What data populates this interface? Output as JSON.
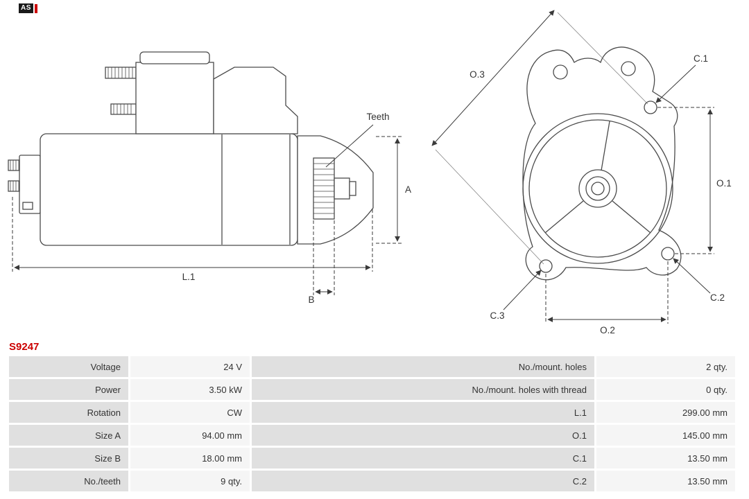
{
  "logo": {
    "text": "AS"
  },
  "part_number": "S9247",
  "diagram": {
    "side_view": {
      "teeth_label": "Teeth",
      "dim_a": "A",
      "dim_b": "B",
      "dim_l1": "L.1"
    },
    "front_view": {
      "dim_o1": "O.1",
      "dim_o2": "O.2",
      "dim_o3": "O.3",
      "dim_c1": "C.1",
      "dim_c2": "C.2",
      "dim_c3": "C.3"
    }
  },
  "colors": {
    "part_number": "#cc0000",
    "table_label_bg": "#e0e0e0",
    "table_value_bg": "#f5f5f5",
    "drawing_stroke": "#4a4a4a"
  },
  "table": {
    "rows": [
      {
        "label_left": "Voltage",
        "value_left": "24 V",
        "label_right": "No./mount. holes",
        "value_right": "2 qty."
      },
      {
        "label_left": "Power",
        "value_left": "3.50 kW",
        "label_right": "No./mount. holes with thread",
        "value_right": "0 qty."
      },
      {
        "label_left": "Rotation",
        "value_left": "CW",
        "label_right": "L.1",
        "value_right": "299.00 mm"
      },
      {
        "label_left": "Size A",
        "value_left": "94.00 mm",
        "label_right": "O.1",
        "value_right": "145.00 mm"
      },
      {
        "label_left": "Size B",
        "value_left": "18.00 mm",
        "label_right": "C.1",
        "value_right": "13.50 mm"
      },
      {
        "label_left": "No./teeth",
        "value_left": "9 qty.",
        "label_right": "C.2",
        "value_right": "13.50 mm"
      }
    ]
  }
}
